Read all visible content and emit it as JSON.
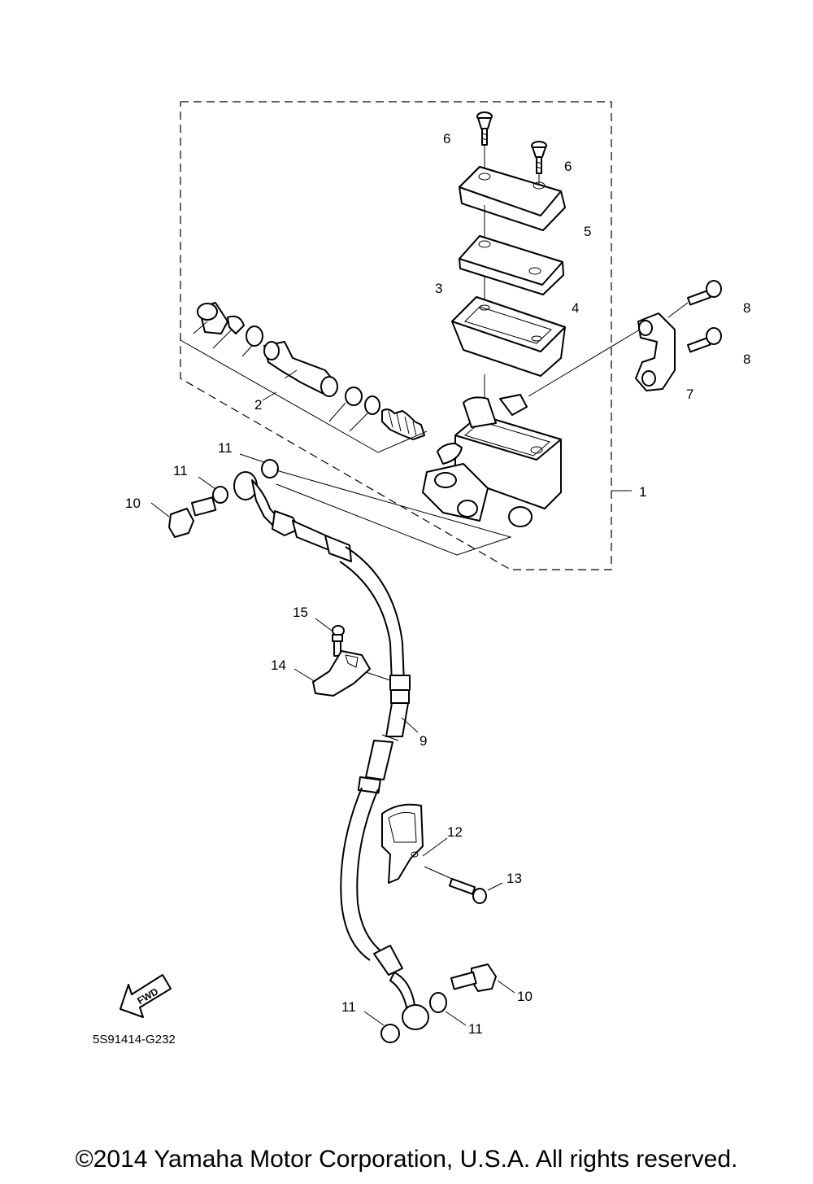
{
  "diagram": {
    "part_code": "5S91414-G232",
    "fwd_label": "FWD",
    "copyright": "©2014 Yamaha Motor Corporation, U.S.A. All rights reserved.",
    "callouts": {
      "c1": "1",
      "c2": "2",
      "c3": "3",
      "c4": "4",
      "c5": "5",
      "c6a": "6",
      "c6b": "6",
      "c7": "7",
      "c8a": "8",
      "c8b": "8",
      "c9": "9",
      "c10a": "10",
      "c10b": "10",
      "c11a": "11",
      "c11b": "11",
      "c11c": "11",
      "c11d": "11",
      "c12": "12",
      "c13": "13",
      "c14": "14",
      "c15": "15"
    }
  }
}
